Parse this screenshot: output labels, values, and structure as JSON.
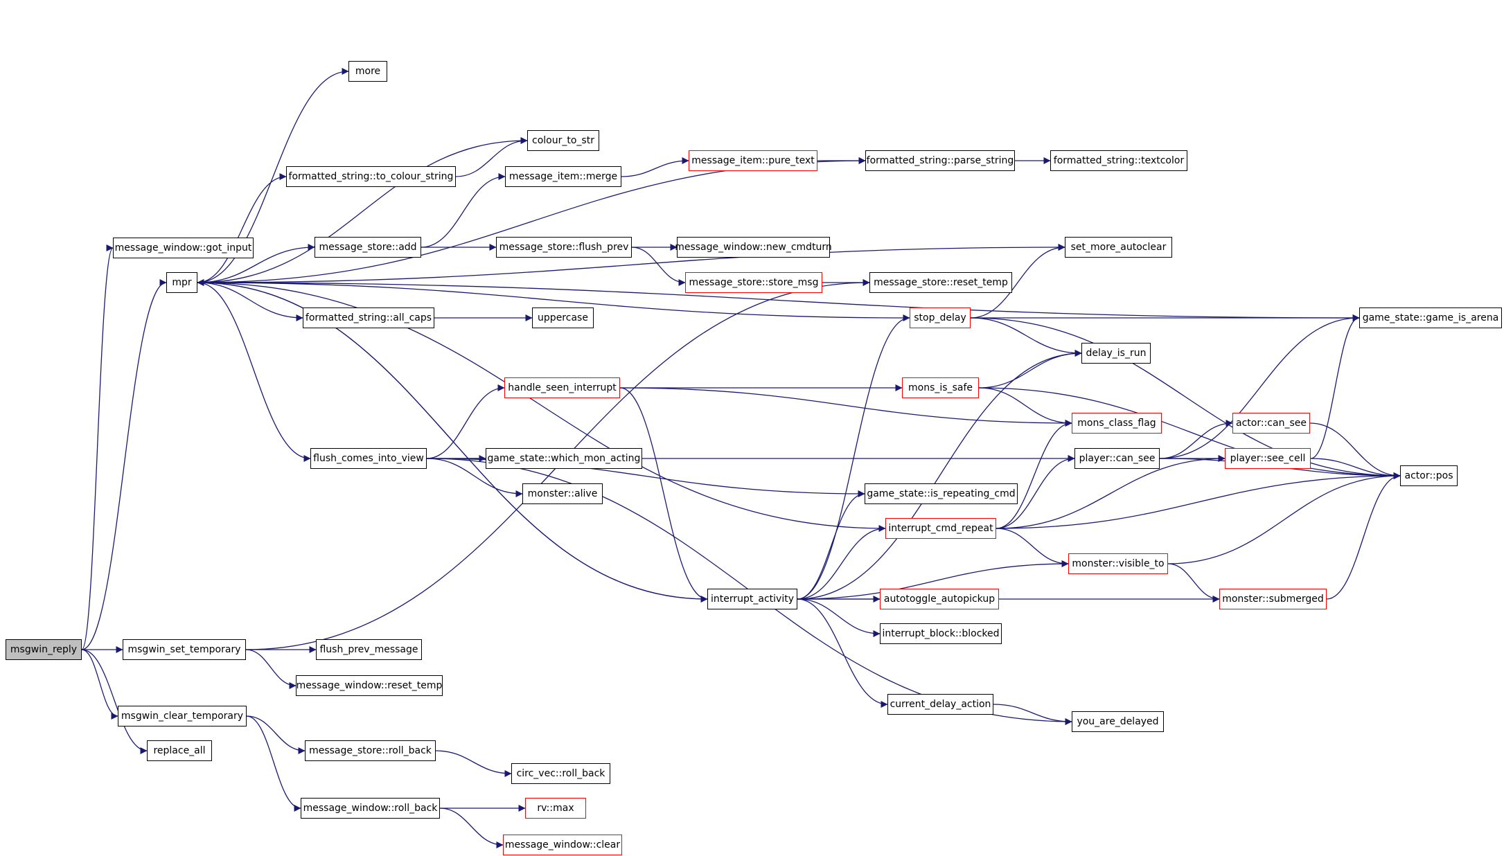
{
  "colors": {
    "edge": "#191970",
    "node_border_default": "#000000",
    "node_border_has_more": "#ff0000",
    "root_fill": "#bfbfbf"
  },
  "nodes": [
    {
      "id": "msgwin_reply",
      "label": "msgwin_reply",
      "style": "root"
    },
    {
      "id": "got_input",
      "label": "message_window::got_input",
      "style": "black"
    },
    {
      "id": "mpr",
      "label": "mpr",
      "style": "black"
    },
    {
      "id": "more",
      "label": "more",
      "style": "black"
    },
    {
      "id": "colour_to_str",
      "label": "colour_to_str",
      "style": "black"
    },
    {
      "id": "to_colour_string",
      "label": "formatted_string::to_colour_string",
      "style": "black"
    },
    {
      "id": "item_merge",
      "label": "message_item::merge",
      "style": "black"
    },
    {
      "id": "pure_text",
      "label": "message_item::pure_text",
      "style": "red"
    },
    {
      "id": "parse_string",
      "label": "formatted_string::parse_string",
      "style": "black"
    },
    {
      "id": "textcolor",
      "label": "formatted_string::textcolor",
      "style": "black"
    },
    {
      "id": "store_add",
      "label": "message_store::add",
      "style": "black"
    },
    {
      "id": "flush_prev",
      "label": "message_store::flush_prev",
      "style": "black"
    },
    {
      "id": "new_cmdturn",
      "label": "message_window::new_cmdturn",
      "style": "black"
    },
    {
      "id": "set_more_autoclear",
      "label": "set_more_autoclear",
      "style": "black"
    },
    {
      "id": "store_msg",
      "label": "message_store::store_msg",
      "style": "red"
    },
    {
      "id": "reset_temp_store",
      "label": "message_store::reset_temp",
      "style": "black"
    },
    {
      "id": "all_caps",
      "label": "formatted_string::all_caps",
      "style": "black"
    },
    {
      "id": "uppercase",
      "label": "uppercase",
      "style": "black"
    },
    {
      "id": "stop_delay",
      "label": "stop_delay",
      "style": "red"
    },
    {
      "id": "game_is_arena",
      "label": "game_state::game_is_arena",
      "style": "black"
    },
    {
      "id": "delay_is_run",
      "label": "delay_is_run",
      "style": "black"
    },
    {
      "id": "handle_seen_interrupt",
      "label": "handle_seen_interrupt",
      "style": "red"
    },
    {
      "id": "mons_is_safe",
      "label": "mons_is_safe",
      "style": "red"
    },
    {
      "id": "mons_class_flag",
      "label": "mons_class_flag",
      "style": "red"
    },
    {
      "id": "actor_can_see",
      "label": "actor::can_see",
      "style": "red"
    },
    {
      "id": "flush_comes_into_view",
      "label": "flush_comes_into_view",
      "style": "black"
    },
    {
      "id": "which_mon_acting",
      "label": "game_state::which_mon_acting",
      "style": "black"
    },
    {
      "id": "player_can_see",
      "label": "player::can_see",
      "style": "black"
    },
    {
      "id": "player_see_cell",
      "label": "player::see_cell",
      "style": "red"
    },
    {
      "id": "actor_pos",
      "label": "actor::pos",
      "style": "black"
    },
    {
      "id": "monster_alive",
      "label": "monster::alive",
      "style": "black"
    },
    {
      "id": "is_repeating_cmd",
      "label": "game_state::is_repeating_cmd",
      "style": "black"
    },
    {
      "id": "interrupt_cmd_repeat",
      "label": "interrupt_cmd_repeat",
      "style": "red"
    },
    {
      "id": "visible_to",
      "label": "monster::visible_to",
      "style": "red"
    },
    {
      "id": "interrupt_activity",
      "label": "interrupt_activity",
      "style": "black"
    },
    {
      "id": "autotoggle_autopickup",
      "label": "autotoggle_autopickup",
      "style": "red"
    },
    {
      "id": "submerged",
      "label": "monster::submerged",
      "style": "red"
    },
    {
      "id": "interrupt_block_blocked",
      "label": "interrupt_block::blocked",
      "style": "black"
    },
    {
      "id": "msgwin_set_temporary",
      "label": "msgwin_set_temporary",
      "style": "black"
    },
    {
      "id": "flush_prev_message",
      "label": "flush_prev_message",
      "style": "black"
    },
    {
      "id": "window_reset_temp",
      "label": "message_window::reset_temp",
      "style": "black"
    },
    {
      "id": "current_delay_action",
      "label": "current_delay_action",
      "style": "black"
    },
    {
      "id": "you_are_delayed",
      "label": "you_are_delayed",
      "style": "black"
    },
    {
      "id": "msgwin_clear_temporary",
      "label": "msgwin_clear_temporary",
      "style": "black"
    },
    {
      "id": "replace_all",
      "label": "replace_all",
      "style": "black"
    },
    {
      "id": "store_roll_back",
      "label": "message_store::roll_back",
      "style": "black"
    },
    {
      "id": "circ_vec_roll_back",
      "label": "circ_vec::roll_back",
      "style": "black"
    },
    {
      "id": "window_roll_back",
      "label": "message_window::roll_back",
      "style": "black"
    },
    {
      "id": "rv_max",
      "label": "rv::max",
      "style": "red"
    },
    {
      "id": "window_clear",
      "label": "message_window::clear",
      "style": "red"
    }
  ],
  "edges": [
    {
      "from": "msgwin_reply",
      "to": "got_input"
    },
    {
      "from": "msgwin_reply",
      "to": "mpr"
    },
    {
      "from": "msgwin_reply",
      "to": "msgwin_set_temporary"
    },
    {
      "from": "msgwin_reply",
      "to": "msgwin_clear_temporary"
    },
    {
      "from": "msgwin_reply",
      "to": "replace_all"
    },
    {
      "from": "mpr",
      "to": "more"
    },
    {
      "from": "mpr",
      "to": "colour_to_str"
    },
    {
      "from": "mpr",
      "to": "to_colour_string"
    },
    {
      "from": "mpr",
      "to": "parse_string"
    },
    {
      "from": "mpr",
      "to": "set_more_autoclear"
    },
    {
      "from": "mpr",
      "to": "game_is_arena"
    },
    {
      "from": "mpr",
      "to": "store_add"
    },
    {
      "from": "mpr",
      "to": "all_caps"
    },
    {
      "from": "mpr",
      "to": "flush_comes_into_view"
    },
    {
      "from": "mpr",
      "to": "interrupt_activity"
    },
    {
      "from": "to_colour_string",
      "to": "colour_to_str"
    },
    {
      "from": "store_add",
      "to": "item_merge"
    },
    {
      "from": "store_add",
      "to": "flush_prev"
    },
    {
      "from": "item_merge",
      "to": "pure_text"
    },
    {
      "from": "pure_text",
      "to": "parse_string"
    },
    {
      "from": "parse_string",
      "to": "textcolor"
    },
    {
      "from": "flush_prev",
      "to": "new_cmdturn"
    },
    {
      "from": "flush_prev",
      "to": "store_msg"
    },
    {
      "from": "store_msg",
      "to": "reset_temp_store"
    },
    {
      "from": "all_caps",
      "to": "uppercase"
    },
    {
      "from": "stop_delay",
      "to": "mpr"
    },
    {
      "from": "stop_delay",
      "to": "set_more_autoclear"
    },
    {
      "from": "stop_delay",
      "to": "game_is_arena"
    },
    {
      "from": "stop_delay",
      "to": "delay_is_run"
    },
    {
      "from": "stop_delay",
      "to": "actor_pos"
    },
    {
      "from": "msgwin_set_temporary",
      "to": "reset_temp_store"
    },
    {
      "from": "msgwin_set_temporary",
      "to": "flush_prev_message"
    },
    {
      "from": "msgwin_set_temporary",
      "to": "window_reset_temp"
    },
    {
      "from": "flush_comes_into_view",
      "to": "handle_seen_interrupt"
    },
    {
      "from": "flush_comes_into_view",
      "to": "which_mon_acting"
    },
    {
      "from": "flush_comes_into_view",
      "to": "monster_alive"
    },
    {
      "from": "flush_comes_into_view",
      "to": "is_repeating_cmd"
    },
    {
      "from": "flush_comes_into_view",
      "to": "player_can_see"
    },
    {
      "from": "flush_comes_into_view",
      "to": "you_are_delayed"
    },
    {
      "from": "handle_seen_interrupt",
      "to": "mons_is_safe"
    },
    {
      "from": "handle_seen_interrupt",
      "to": "mons_class_flag"
    },
    {
      "from": "handle_seen_interrupt",
      "to": "interrupt_activity"
    },
    {
      "from": "mons_is_safe",
      "to": "delay_is_run"
    },
    {
      "from": "mons_is_safe",
      "to": "mons_class_flag"
    },
    {
      "from": "mons_is_safe",
      "to": "actor_pos"
    },
    {
      "from": "interrupt_activity",
      "to": "mpr"
    },
    {
      "from": "interrupt_activity",
      "to": "stop_delay"
    },
    {
      "from": "interrupt_activity",
      "to": "delay_is_run"
    },
    {
      "from": "interrupt_activity",
      "to": "is_repeating_cmd"
    },
    {
      "from": "interrupt_activity",
      "to": "interrupt_cmd_repeat"
    },
    {
      "from": "interrupt_activity",
      "to": "visible_to"
    },
    {
      "from": "interrupt_activity",
      "to": "autotoggle_autopickup"
    },
    {
      "from": "interrupt_activity",
      "to": "interrupt_block_blocked"
    },
    {
      "from": "interrupt_activity",
      "to": "current_delay_action"
    },
    {
      "from": "interrupt_activity",
      "to": "submerged"
    },
    {
      "from": "interrupt_cmd_repeat",
      "to": "mpr"
    },
    {
      "from": "interrupt_cmd_repeat",
      "to": "mons_class_flag"
    },
    {
      "from": "interrupt_cmd_repeat",
      "to": "player_can_see"
    },
    {
      "from": "interrupt_cmd_repeat",
      "to": "player_see_cell"
    },
    {
      "from": "interrupt_cmd_repeat",
      "to": "actor_pos"
    },
    {
      "from": "interrupt_cmd_repeat",
      "to": "visible_to"
    },
    {
      "from": "player_can_see",
      "to": "game_is_arena"
    },
    {
      "from": "player_can_see",
      "to": "actor_can_see"
    },
    {
      "from": "player_can_see",
      "to": "player_see_cell"
    },
    {
      "from": "player_can_see",
      "to": "actor_pos"
    },
    {
      "from": "actor_can_see",
      "to": "actor_pos"
    },
    {
      "from": "player_see_cell",
      "to": "game_is_arena"
    },
    {
      "from": "player_see_cell",
      "to": "actor_pos"
    },
    {
      "from": "visible_to",
      "to": "submerged"
    },
    {
      "from": "visible_to",
      "to": "actor_pos"
    },
    {
      "from": "submerged",
      "to": "actor_pos"
    },
    {
      "from": "current_delay_action",
      "to": "you_are_delayed"
    },
    {
      "from": "msgwin_clear_temporary",
      "to": "store_roll_back"
    },
    {
      "from": "msgwin_clear_temporary",
      "to": "window_roll_back"
    },
    {
      "from": "store_roll_back",
      "to": "circ_vec_roll_back"
    },
    {
      "from": "window_roll_back",
      "to": "rv_max"
    },
    {
      "from": "window_roll_back",
      "to": "window_clear"
    }
  ]
}
